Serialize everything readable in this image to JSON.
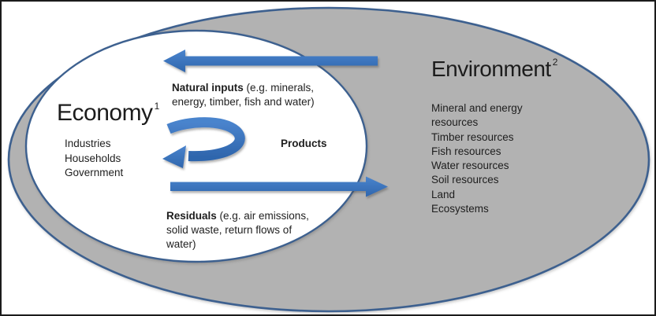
{
  "diagram": {
    "economy": {
      "title": "Economy",
      "superscript": "1",
      "members": [
        "Industries",
        "Households",
        "Government"
      ]
    },
    "environment": {
      "title": "Environment",
      "superscript": "2",
      "resources": [
        "Mineral and energy resources",
        "Timber resources",
        "Fish resources",
        "Water resources",
        "Soil resources",
        "Land",
        "Ecosystems"
      ]
    },
    "flows": {
      "natural_inputs": {
        "bold": "Natural inputs",
        "rest": " (e.g. minerals, energy, timber, fish and water)"
      },
      "products": "Products",
      "residuals": {
        "bold": "Residuals",
        "rest": " (e.g. air emissions, solid waste, return flows of water)"
      }
    },
    "colors": {
      "environment_fill": "#b2b2b2",
      "economy_fill": "#ffffff",
      "ellipse_border": "#3c618f",
      "arrow_blue": "#3a76c4",
      "text": "#1e1e1e",
      "frame": "#1b1b1b"
    }
  }
}
